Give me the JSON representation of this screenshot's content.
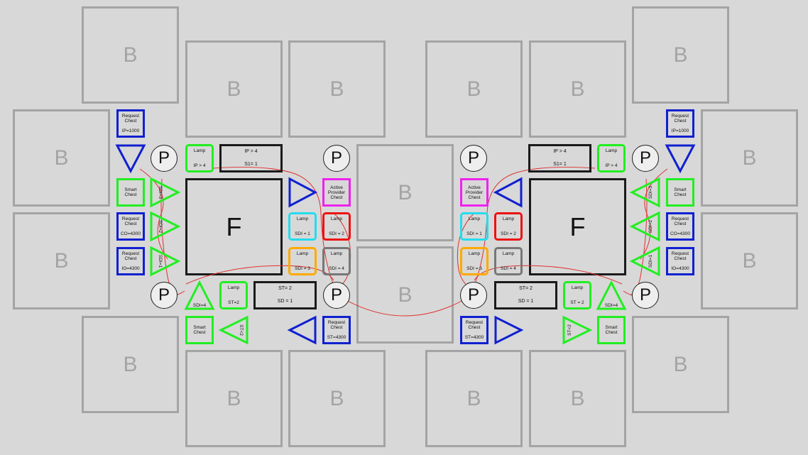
{
  "legend": {
    "big_label": "B",
    "factory_label": "F",
    "pole_label": "P"
  },
  "left": {
    "request_ip": [
      "Request",
      "Chest",
      "IP=1000"
    ],
    "request_co": [
      "Request",
      "Chest",
      "CO=4300"
    ],
    "request_io": [
      "Request",
      "Chest",
      "IO=4300"
    ],
    "request_st": [
      "Request",
      "Chest",
      "ST=4300"
    ],
    "smart_a": [
      "Smart",
      "Chest"
    ],
    "smart_b": [
      "Smart",
      "Chest"
    ],
    "lamp_ip": [
      "Lamp",
      "IP > 4"
    ],
    "lamp_st": [
      "Lamp",
      "ST=2"
    ],
    "lamp_sdi1": [
      "Lamp",
      "SDI = 1"
    ],
    "lamp_sdi2": [
      "Lamp",
      "SDI = 2"
    ],
    "lamp_sdi3": [
      "Lamp",
      "SDI = 3"
    ],
    "lamp_sdi4": [
      "Lamp",
      "SDI = 4"
    ],
    "active_provider": [
      "Active",
      "Provider",
      "Chest"
    ],
    "combinator_ip": [
      "IP > 4",
      "S1= 1"
    ],
    "combinator_st": [
      "ST= 2",
      "SD = 1"
    ],
    "tri_sdi3": "SDI=3",
    "tri_sdi2": "SDI=2",
    "tri_sdi1": "SDI=1",
    "tri_sdi4": "SDI=4",
    "tri_st2": "ST<2"
  },
  "right": {
    "request_ip": [
      "Request",
      "Chest",
      "IP=1000"
    ],
    "request_co": [
      "Request",
      "Chest",
      "CO=4300"
    ],
    "request_io": [
      "Request",
      "Chest",
      "IO=4300"
    ],
    "request_st": [
      "Request",
      "Chest",
      "ST=4300"
    ],
    "smart_a": [
      "Smart",
      "Chest"
    ],
    "smart_b": [
      "Smart",
      "Chest"
    ],
    "lamp_ip": [
      "Lamp",
      "IP > 4"
    ],
    "lamp_st": [
      "Lamp",
      "ST = 2"
    ],
    "lamp_sdi1": [
      "Lamp",
      "SDI = 1"
    ],
    "lamp_sdi2": [
      "Lamp",
      "SDI = 2"
    ],
    "lamp_sdi3": [
      "Lamp",
      "SDI = 3"
    ],
    "lamp_sdi4": [
      "Lamp",
      "SDI = 4"
    ],
    "active_provider": [
      "Active",
      "Provider",
      "Chest"
    ],
    "combinator_ip": [
      "IP > 4",
      "S1= 1"
    ],
    "combinator_st": [
      "ST= 2",
      "SD = 1"
    ],
    "tri_sdi3": "SDI=3",
    "tri_sdi2": "SDI=2",
    "tri_sdi1": "SDI=1",
    "tri_sdi4": "SDI=4",
    "tri_st2": "ST<2"
  },
  "colors": {
    "background": "#d8d8d8",
    "building": "#a4a4a4",
    "wire_red": "#e03030",
    "lamp_green": "#22ee22",
    "request_blue": "#1020d0",
    "provider_magenta": "#ee22ee",
    "sdi1_cyan": "#22ddee",
    "sdi2_red": "#ee1111",
    "sdi3_orange": "#ffaa00",
    "sdi4_gray": "#777777"
  }
}
